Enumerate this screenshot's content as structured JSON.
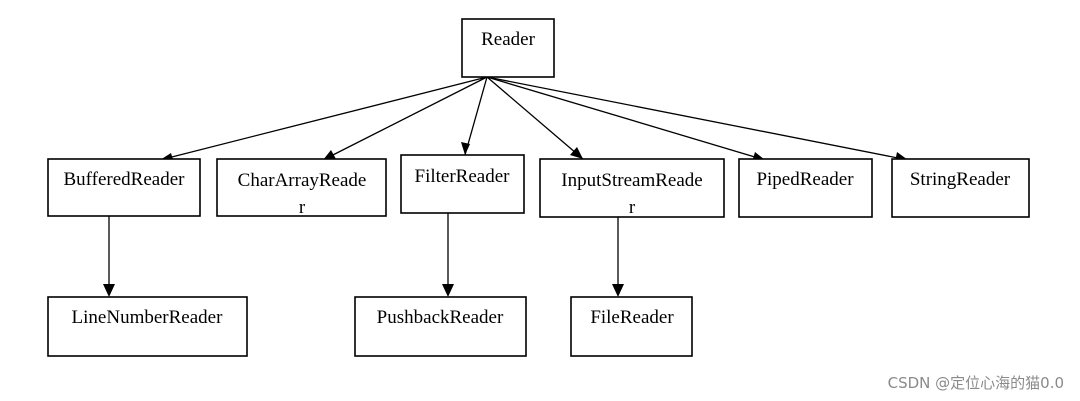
{
  "diagram": {
    "nodes": {
      "reader": {
        "label": "Reader"
      },
      "buffered_reader": {
        "label": "BufferedReader"
      },
      "char_array_reader": {
        "label_line1": "CharArrayReade",
        "label_line2": "r"
      },
      "filter_reader": {
        "label": "FilterReader"
      },
      "input_stream_reader": {
        "label_line1": "InputStreamReade",
        "label_line2": "r"
      },
      "piped_reader": {
        "label": "PipedReader"
      },
      "string_reader": {
        "label": "StringReader"
      },
      "line_number_reader": {
        "label": "LineNumberReader"
      },
      "pushback_reader": {
        "label": "PushbackReader"
      },
      "file_reader": {
        "label": "FileReader"
      }
    },
    "edges": [
      {
        "from": "Reader",
        "to": "BufferedReader"
      },
      {
        "from": "Reader",
        "to": "CharArrayReader"
      },
      {
        "from": "Reader",
        "to": "FilterReader"
      },
      {
        "from": "Reader",
        "to": "InputStreamReader"
      },
      {
        "from": "Reader",
        "to": "PipedReader"
      },
      {
        "from": "Reader",
        "to": "StringReader"
      },
      {
        "from": "BufferedReader",
        "to": "LineNumberReader"
      },
      {
        "from": "FilterReader",
        "to": "PushbackReader"
      },
      {
        "from": "InputStreamReader",
        "to": "FileReader"
      }
    ]
  },
  "watermark": {
    "text": "CSDN @定位心海的猫0.0"
  }
}
